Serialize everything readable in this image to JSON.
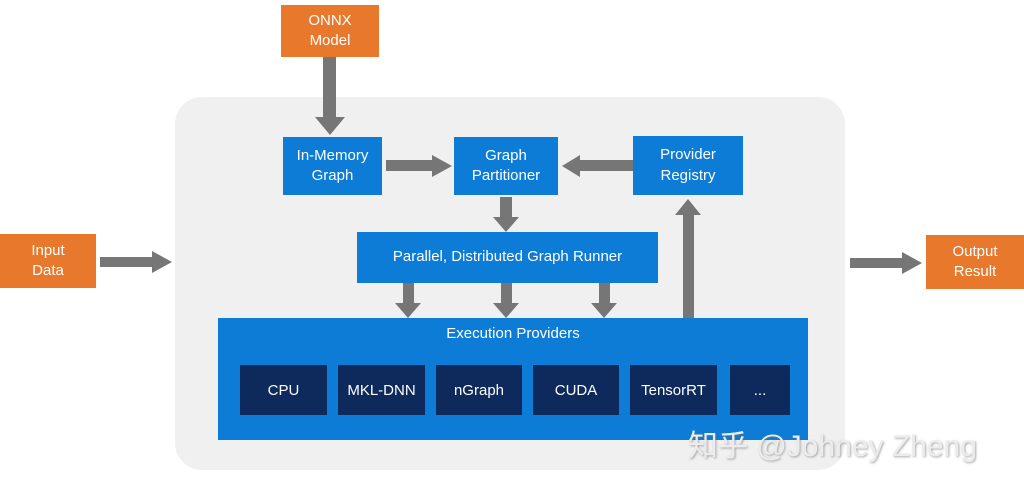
{
  "nodes": {
    "onnx_model": "ONNX\nModel",
    "input_data": "Input\nData",
    "output_result": "Output\nResult",
    "in_memory_graph": "In-Memory\nGraph",
    "graph_partitioner": "Graph\nPartitioner",
    "provider_registry": "Provider\nRegistry",
    "graph_runner": "Parallel, Distributed Graph Runner",
    "execution_providers_title": "Execution Providers",
    "providers": [
      "CPU",
      "MKL-DNN",
      "nGraph",
      "CUDA",
      "TensorRT",
      "..."
    ]
  },
  "edges": [
    {
      "from": "onnx_model",
      "to": "in_memory_graph",
      "direction": "down"
    },
    {
      "from": "in_memory_graph",
      "to": "graph_partitioner",
      "direction": "right"
    },
    {
      "from": "provider_registry",
      "to": "graph_partitioner",
      "direction": "left"
    },
    {
      "from": "graph_partitioner",
      "to": "graph_runner",
      "direction": "down"
    },
    {
      "from": "graph_runner",
      "to": "execution_providers",
      "direction": "down",
      "count": 3
    },
    {
      "from": "execution_providers",
      "to": "provider_registry",
      "direction": "up"
    },
    {
      "from": "input_data",
      "to": "runtime_panel",
      "direction": "right"
    },
    {
      "from": "runtime_panel",
      "to": "output_result",
      "direction": "right"
    }
  ],
  "colors": {
    "orange": "#e8782b",
    "blue": "#0d7cd6",
    "navy": "#0e2a5c",
    "arrow_gray": "#767676",
    "panel_gray": "#f0f0f1",
    "background": "#ffffff"
  },
  "watermark": "知乎 @Johney Zheng"
}
